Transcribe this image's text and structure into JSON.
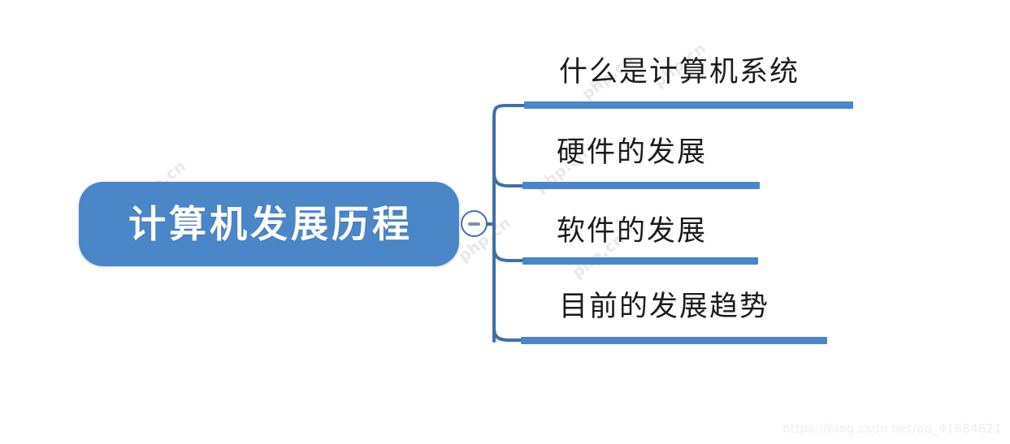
{
  "diagram": {
    "type": "mindmap",
    "root": {
      "label": "计算机发展历程",
      "text_color": "#ffffff",
      "fill_color": "#4a86c8"
    },
    "toggle": {
      "state": "expanded",
      "glyph": "−",
      "name": "collapse-toggle"
    },
    "branches": [
      {
        "label": "什么是计算机系统",
        "bar_color": "#4a86c8"
      },
      {
        "label": "硬件的发展",
        "bar_color": "#4a86c8"
      },
      {
        "label": "软件的发展",
        "bar_color": "#4a86c8"
      },
      {
        "label": "目前的发展趋势",
        "bar_color": "#4a86c8"
      }
    ],
    "connector_color": "#3f6fa8"
  },
  "watermarks": {
    "tile_text": "php.cn",
    "url": "https://blog.csdn.net/qq_41684621"
  }
}
